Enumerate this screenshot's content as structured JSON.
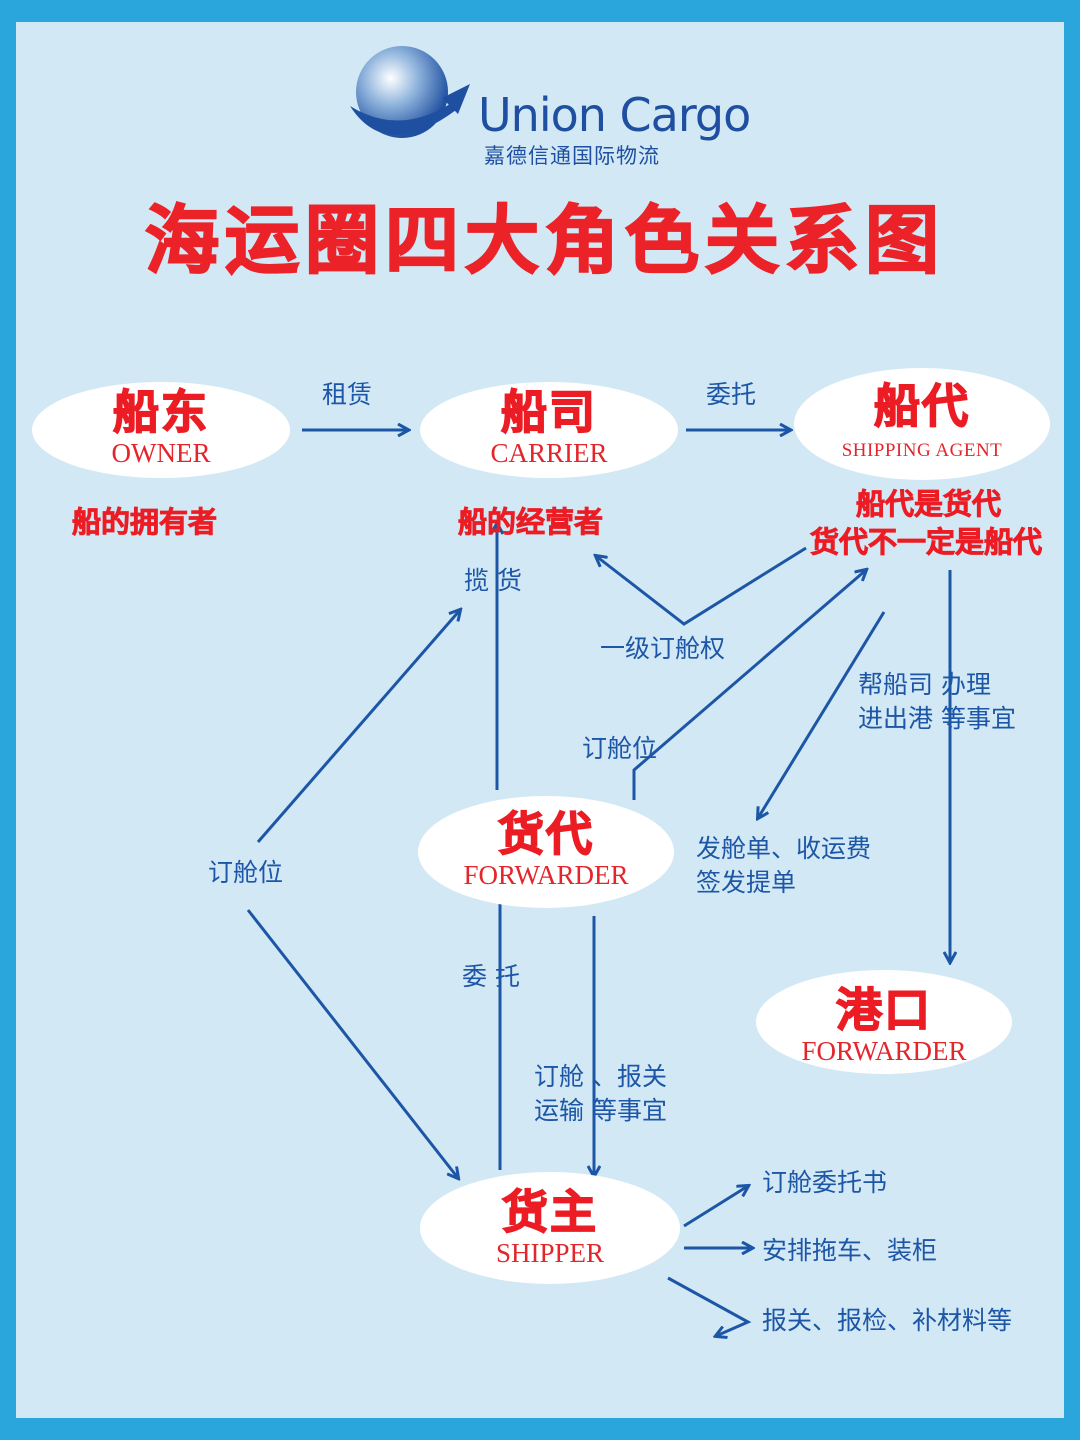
{
  "brand": {
    "name": "Union Cargo",
    "subtitle": "嘉德信通国际物流"
  },
  "title": "海运圈四大角色关系图",
  "nodes": {
    "owner": {
      "zh": "船东",
      "en": "OWNER"
    },
    "carrier": {
      "zh": "船司",
      "en": "CARRIER"
    },
    "agent": {
      "zh": "船代",
      "en": "SHIPPING AGENT"
    },
    "forwarder": {
      "zh": "货代",
      "en": "FORWARDER"
    },
    "port": {
      "zh": "港口",
      "en": "FORWARDER"
    },
    "shipper": {
      "zh": "货主",
      "en": "SHIPPER"
    }
  },
  "notes": {
    "owner_desc": "船的拥有者",
    "carrier_desc": "船的经营者",
    "agent_desc_1": "船代是货代",
    "agent_desc_2": "货代不一定是船代"
  },
  "edge_labels": {
    "lease": "租赁",
    "entrust_agent": "委托",
    "solicit_cargo": "揽 货",
    "first_booking_right": "一级订舱权",
    "book_space_forwarder": "订舱位",
    "book_space_shipper": "订舱位",
    "agent_help_1": "帮船司  办理",
    "agent_help_2": "进出港  等事宜",
    "issue_1": "发舱单、收运费",
    "issue_2": "签发提单",
    "entrust_forwarder": "委  托",
    "forwarder_services_1": "订舱  、报关",
    "forwarder_services_2": "运输  等事宜"
  },
  "shipper_tasks": [
    "订舱委托书",
    "安排拖车、装柜",
    "报关、报检、补材料等"
  ],
  "colors": {
    "background": "#d2e9f5",
    "border": "#2aa6dd",
    "title_red": "#ec2229",
    "arrow_blue": "#1d56a6",
    "logo_blue": "#1f4fa0"
  }
}
